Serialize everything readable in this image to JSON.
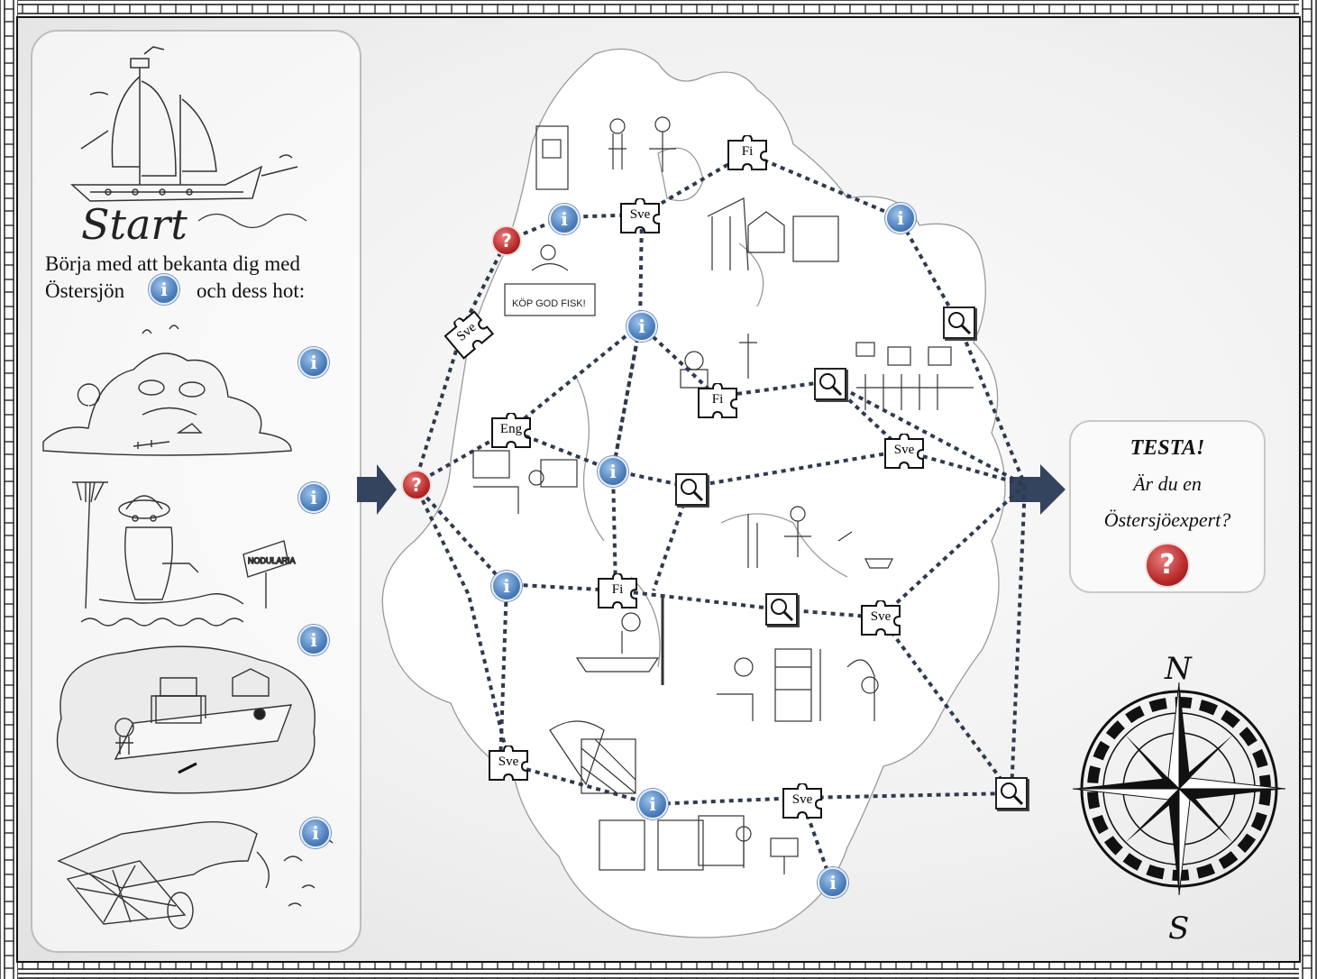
{
  "intro": {
    "text_line1": "Börja med att bekanta dig med",
    "text_line2a": "Östersjön",
    "text_line2b": "och dess hot:"
  },
  "start_label": "Start",
  "icons": {
    "info": "i",
    "question": "?"
  },
  "test_panel": {
    "title": "TESTA!",
    "question_line1": "Är du en",
    "question_line2": "Östersjöexpert?"
  },
  "map": {
    "puzzles": [
      "Sve",
      "Fi",
      "Sve",
      "Eng",
      "Fi",
      "Sve",
      "Fi",
      "Sve",
      "Sve",
      "Sve"
    ]
  },
  "sign_text": "KÖP GOD FISK!",
  "sign_small": "NODULARIA",
  "compass": {
    "north": "N",
    "south": "S"
  },
  "colors": {
    "border": "#111111",
    "path": "#2f3a4f",
    "info_blue": "#4d7fbd",
    "question_red": "#b92a2a"
  }
}
